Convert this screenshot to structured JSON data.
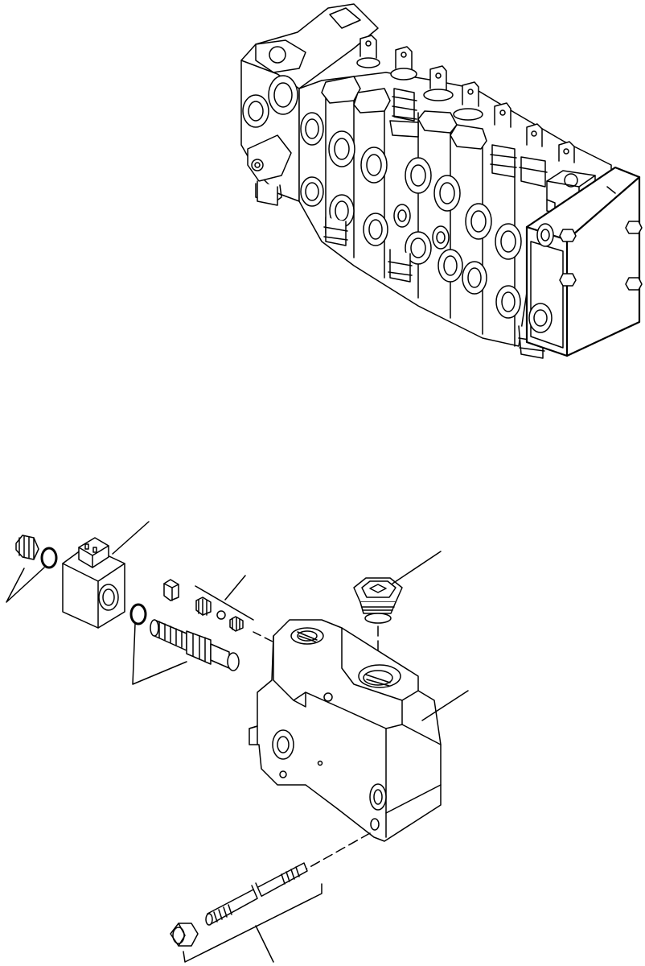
{
  "diagram": {
    "line_color": "#000000",
    "background": "#ffffff",
    "views": [
      {
        "name": "assembled-control-valve-view",
        "icon": "control-valve-block-icon"
      },
      {
        "name": "exploded-section-view",
        "icon": "exploded-view-icon"
      }
    ],
    "parts": [
      {
        "name": "solenoid-coil",
        "icon": "solenoid-coil-icon"
      },
      {
        "name": "coil-nut",
        "icon": "nut-icon"
      },
      {
        "name": "coil-o-ring",
        "icon": "o-ring-icon"
      },
      {
        "name": "cartridge-o-ring",
        "icon": "o-ring-icon"
      },
      {
        "name": "solenoid-cartridge-valve",
        "icon": "cartridge-valve-icon"
      },
      {
        "name": "check-valve-kit",
        "icon": "check-valve-icon"
      },
      {
        "name": "port-plug",
        "icon": "plug-icon"
      },
      {
        "name": "valve-section-body",
        "icon": "valve-body-icon"
      },
      {
        "name": "tie-rod-kit",
        "icon": "tie-rod-icon"
      }
    ]
  }
}
